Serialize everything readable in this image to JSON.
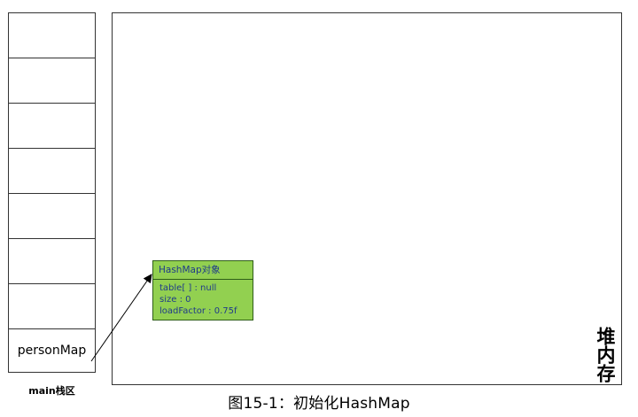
{
  "stack": {
    "label": "main栈区",
    "var_name": "personMap"
  },
  "heap": {
    "label": "堆内存"
  },
  "object": {
    "title": "HashMap对象",
    "fields": [
      "table[ ] : null",
      "size : 0",
      "loadFactor : 0.75f"
    ]
  },
  "caption": "图15-1：初始化HashMap"
}
